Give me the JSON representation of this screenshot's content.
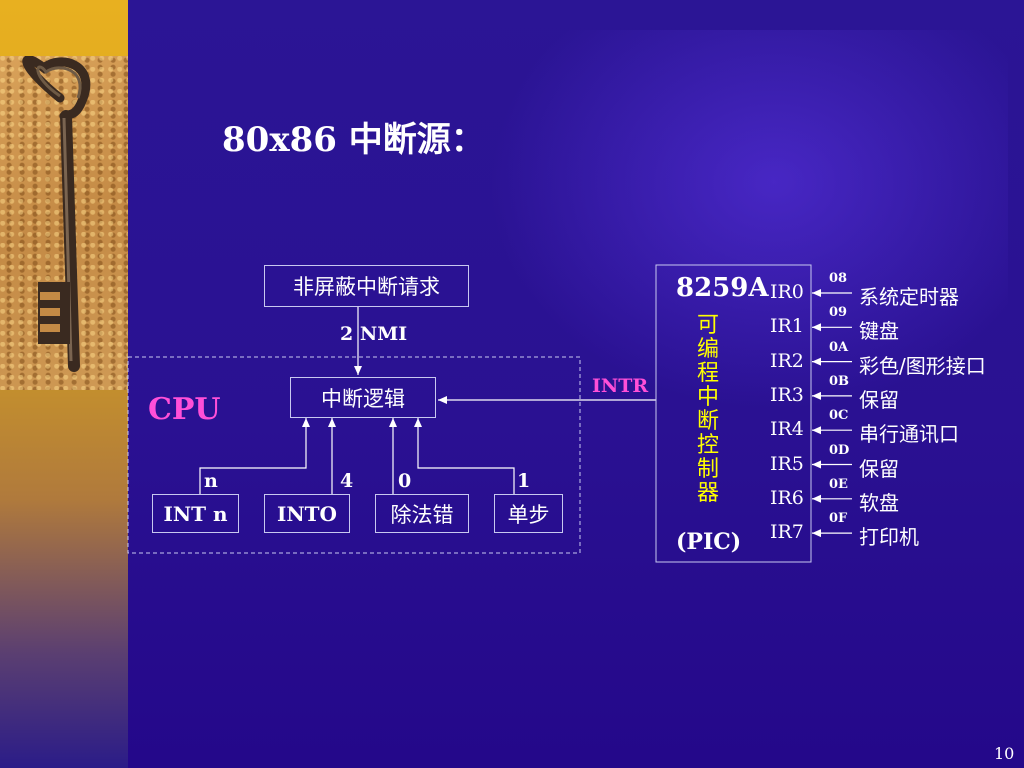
{
  "title": "80x86 中断源：",
  "cpu_label": "CPU",
  "nmi_box": "非屏蔽中断请求",
  "nmi_label": "2  NMI",
  "logic_box": "中断逻辑",
  "internal_sources": [
    {
      "label": "INT n",
      "number": "n"
    },
    {
      "label": "INTO",
      "number": "4"
    },
    {
      "label": "除法错",
      "number": "0"
    },
    {
      "label": "单步",
      "number": "1"
    }
  ],
  "intr_label": "INTR",
  "pic": {
    "name": "8259A",
    "description": "可编程中断控制器",
    "abbr": "(PIC)"
  },
  "irq_lines": [
    {
      "ir": "IR0",
      "vector": "08",
      "device": "系统定时器"
    },
    {
      "ir": "IR1",
      "vector": "09",
      "device": "键盘"
    },
    {
      "ir": "IR2",
      "vector": "0A",
      "device": "彩色/图形接口"
    },
    {
      "ir": "IR3",
      "vector": "0B",
      "device": "保留"
    },
    {
      "ir": "IR4",
      "vector": "0C",
      "device": "串行通讯口"
    },
    {
      "ir": "IR5",
      "vector": "0D",
      "device": "保留"
    },
    {
      "ir": "IR6",
      "vector": "0E",
      "device": "软盘"
    },
    {
      "ir": "IR7",
      "vector": "0F",
      "device": "打印机"
    }
  ],
  "page_number": "10",
  "colors": {
    "background": "#2a1192",
    "accent": "#ff4fd8",
    "pic_text": "#ffff00",
    "text": "#ffffff"
  },
  "decoration": {
    "left_image": "key-photo"
  }
}
